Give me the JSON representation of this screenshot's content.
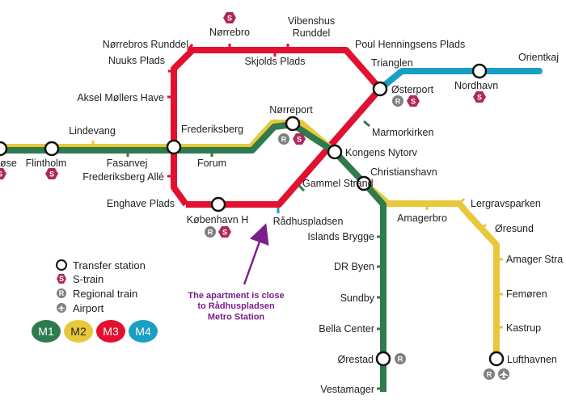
{
  "colors": {
    "m1": "#2f7a4e",
    "m2": "#e8c83a",
    "m3": "#e3112f",
    "m4": "#1a9fc4",
    "s_train": "#b0285a",
    "regional": "#7f7f7f",
    "annotation": "#7a1f8c"
  },
  "stations": {
    "noerrebro": "Nørrebro",
    "vibenshus": "Vibenshus\nRunddel",
    "noerrebros_runddel": "Nørrebros Runddel",
    "nuuks_plads": "Nuuks Plads",
    "skjolds_plads": "Skjolds Plads",
    "poul_henningsens_plads": "Poul Henningsens Plads",
    "trianglen": "Trianglen",
    "orientkaj": "Orientkaj",
    "aksel_moellers_have": "Aksel Møllers Have",
    "oesterport": "Østerport",
    "nordhavn": "Nordhavn",
    "noerreport": "Nørreport",
    "marmorkirken": "Marmorkirken",
    "vanloese": "øse",
    "lindevang": "Lindevang",
    "flintholm": "Flintholm",
    "fasanvej": "Fasanvej",
    "frederiksberg": "Frederiksberg",
    "forum": "Forum",
    "kongens_nytorv": "Kongens Nytorv",
    "frederiksberg_alle": "Frederiksberg Allé",
    "christianshavn": "Christianshavn",
    "enghave_plads": "Enghave Plads",
    "gammel_strand": "Gammel Strand",
    "koebenhavn_h": "København H",
    "raadhuspladsen": "Rådhuspladsen",
    "amagerbro": "Amagerbro",
    "lergravsparken": "Lergravsparken",
    "oeresund": "Øresund",
    "islands_brygge": "Islands Brygge",
    "dr_byen": "DR Byen",
    "amager_strand": "Amager Stra",
    "sundby": "Sundby",
    "femoeren": "Femøren",
    "bella_center": "Bella Center",
    "kastrup": "Kastrup",
    "oerestad": "Ørestad",
    "lufthavnen": "Lufthavnen",
    "vestamager": "Vestamager"
  },
  "legend": {
    "transfer": "Transfer station",
    "s_train": "S-train",
    "regional": "Regional train",
    "airport": "Airport"
  },
  "badges": {
    "s": "S",
    "r": "R"
  },
  "lines": {
    "m1": "M1",
    "m2": "M2",
    "m3": "M3",
    "m4": "M4"
  },
  "annotation": "The apartment is close\nto Rådhuspladsen\nMetro Station"
}
